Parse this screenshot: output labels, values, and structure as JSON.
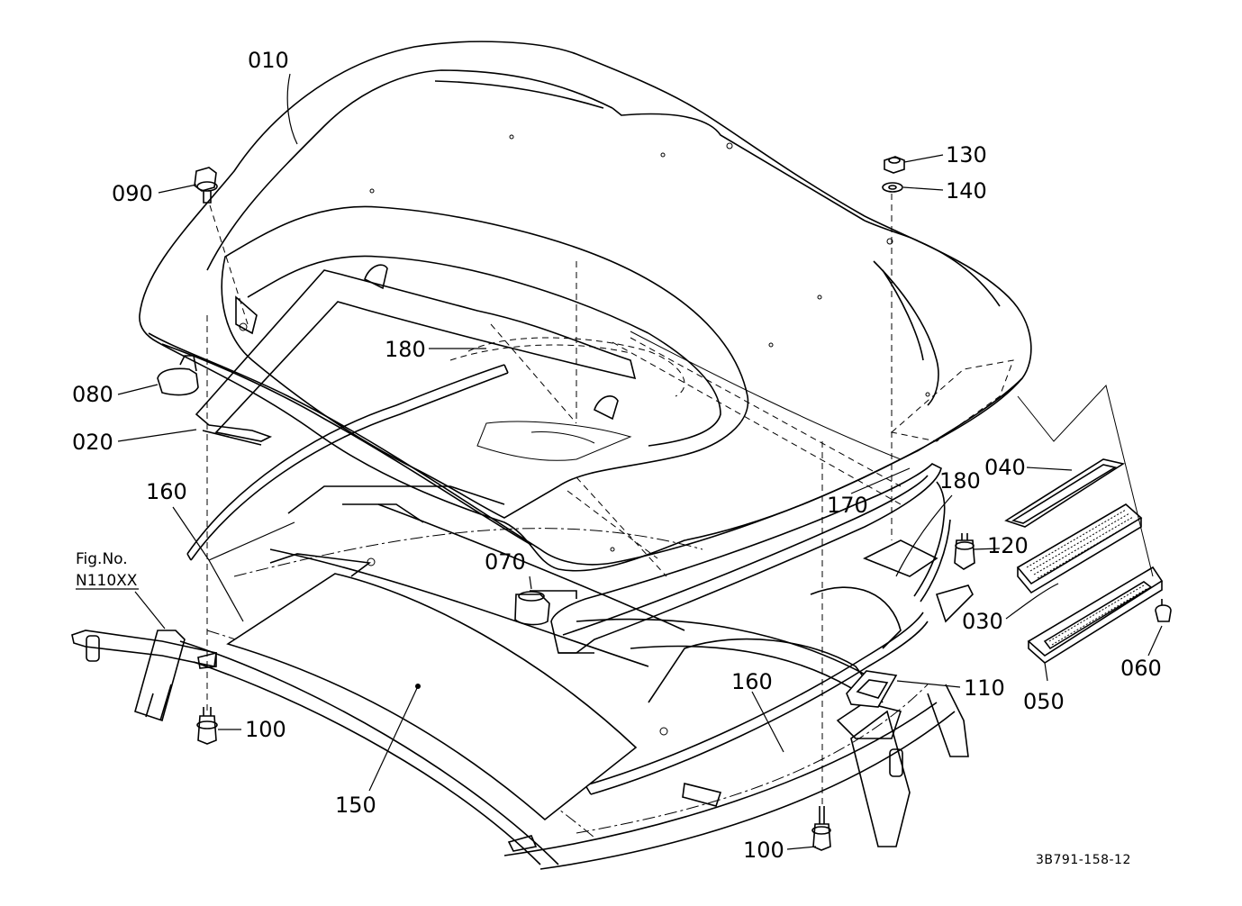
{
  "diagram": {
    "callouts": {
      "p010": "010",
      "p090": "090",
      "p130": "130",
      "p140": "140",
      "p180a": "180",
      "p080": "080",
      "p020": "020",
      "p160a": "160",
      "p180b": "180",
      "p170": "170",
      "p040": "040",
      "p120": "120",
      "p070": "070",
      "p030": "030",
      "p060": "060",
      "p050": "050",
      "p110": "110",
      "p160b": "160",
      "p100a": "100",
      "p150": "150",
      "p100b": "100"
    },
    "figure_ref": {
      "line1": "Fig.No.",
      "line2": "N110XX"
    },
    "drawing_code": "3B791-158-12"
  }
}
